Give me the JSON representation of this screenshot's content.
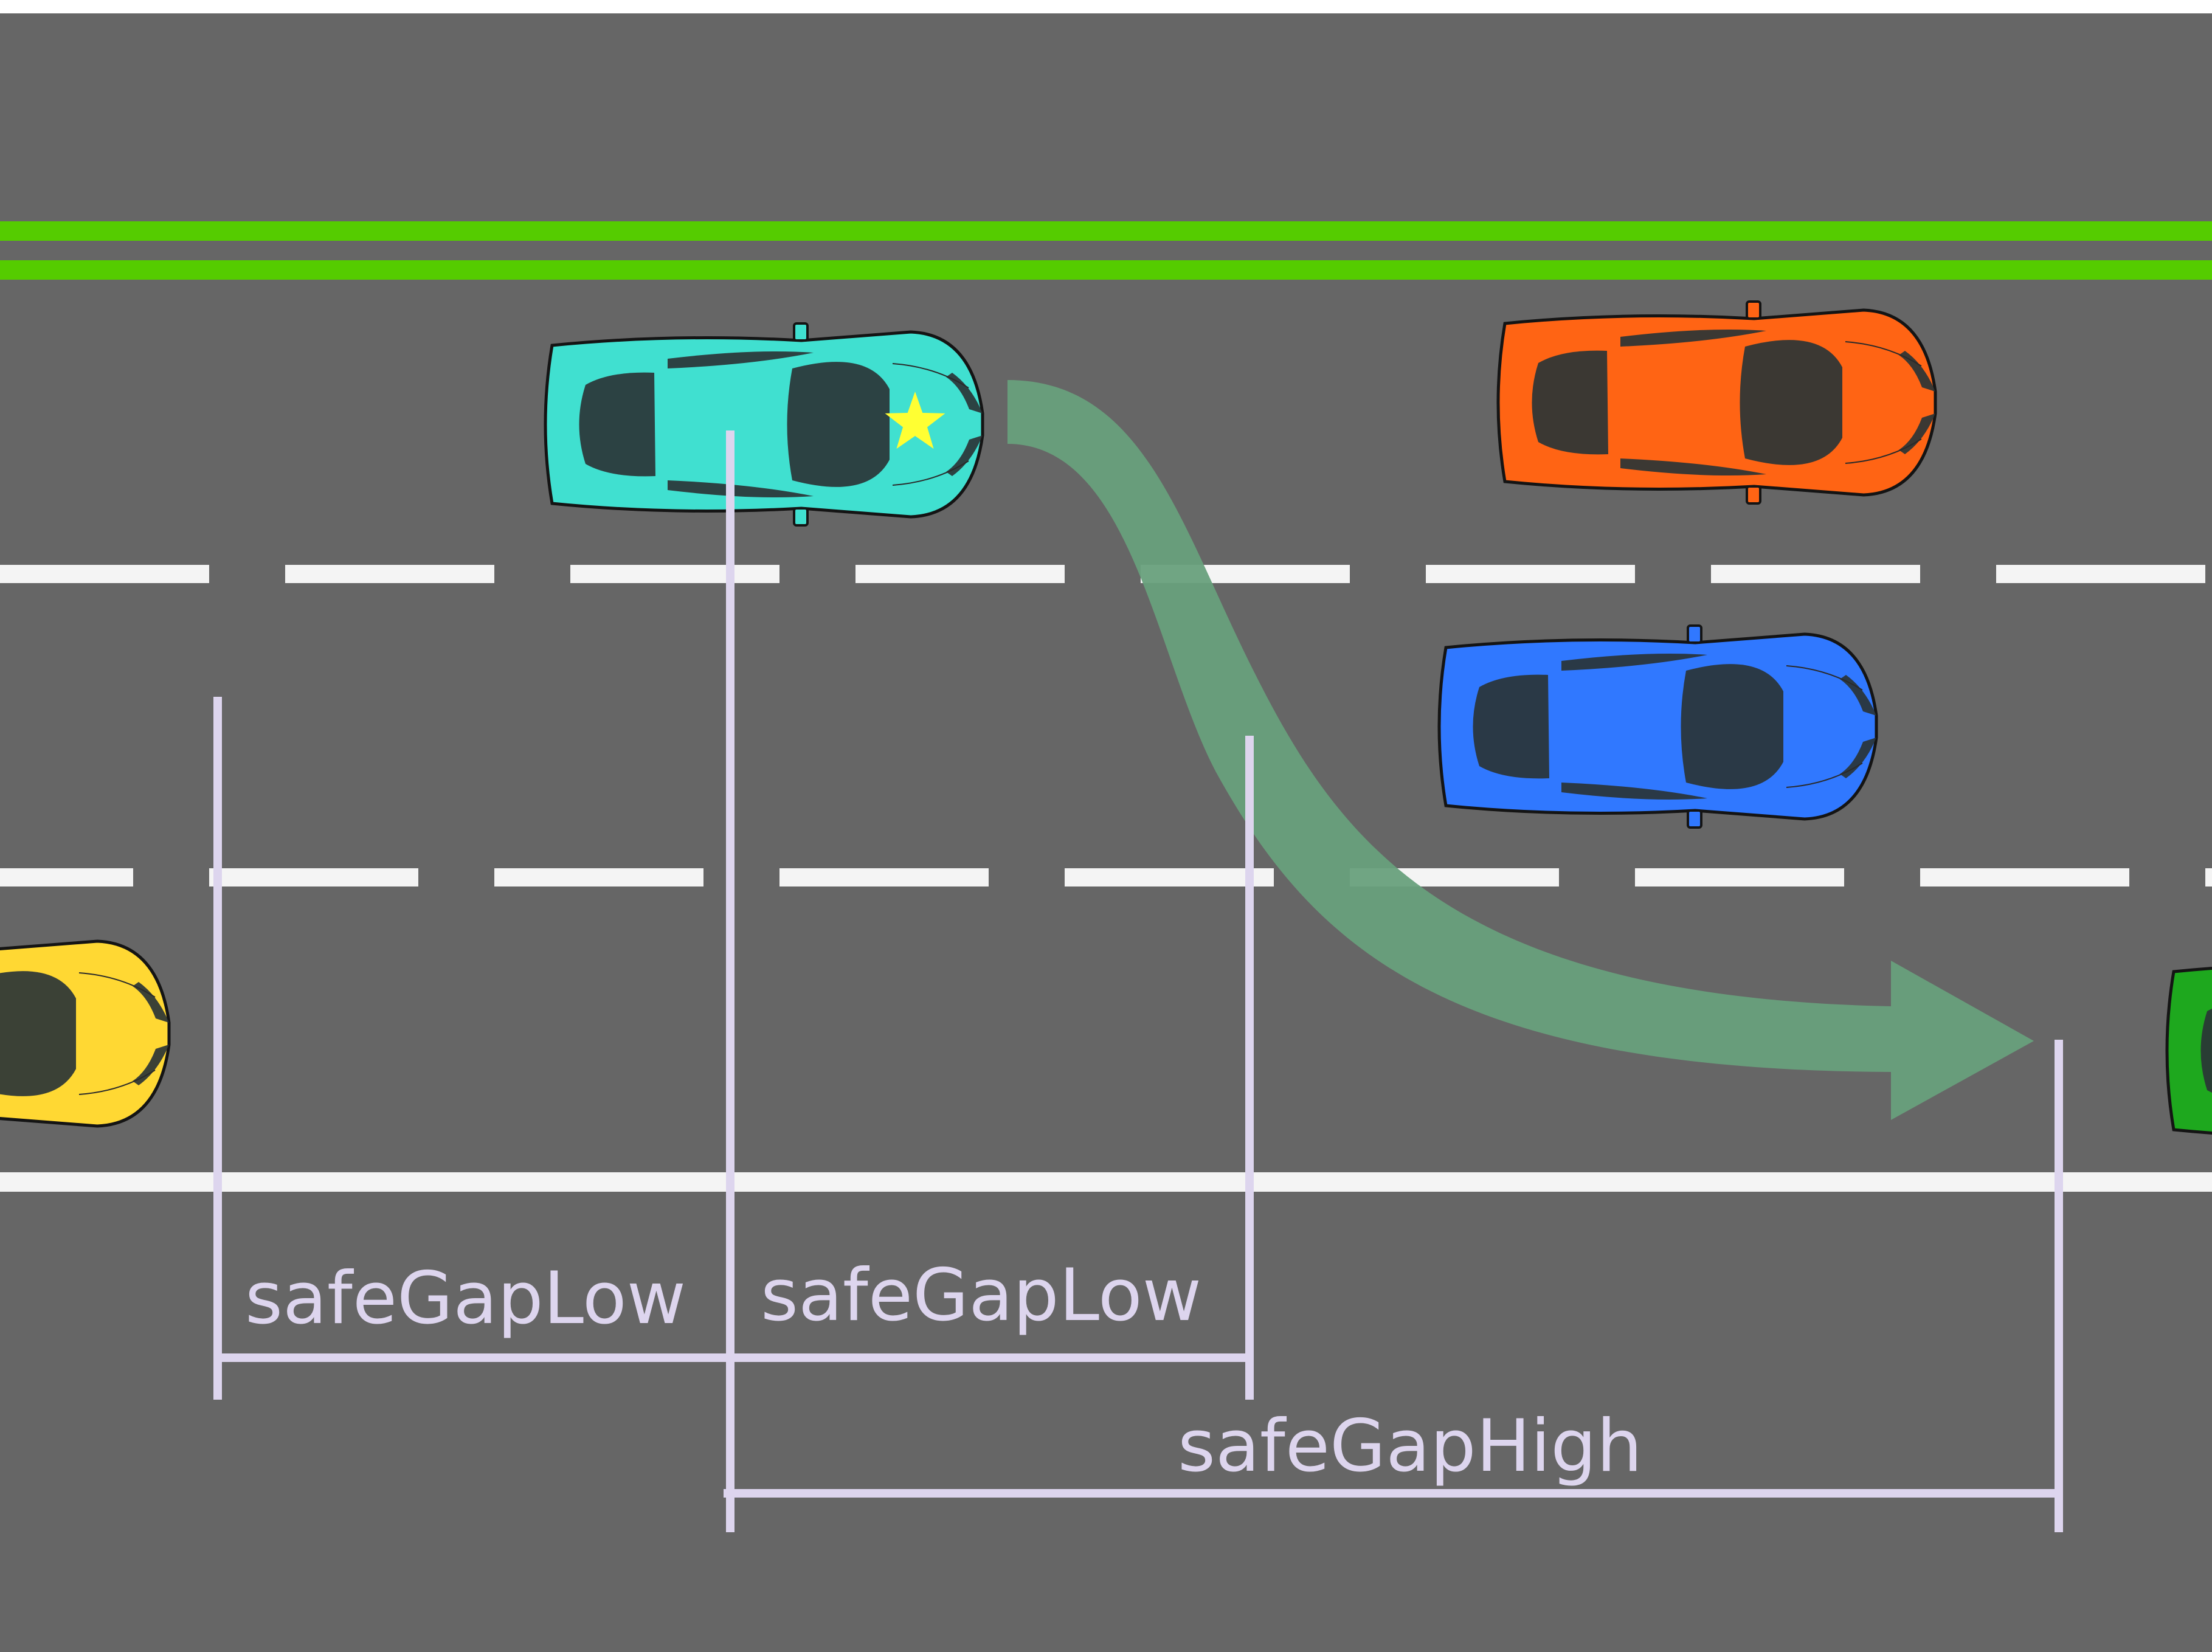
{
  "colors": {
    "road": "#666666",
    "lane_mark": "#f4f4f4",
    "median": "#55cc00",
    "measure": "#ddd5ee",
    "trajectory": "#68a07c",
    "star": "#ffff33",
    "window": "#2a3436",
    "outline": "#141414"
  },
  "cars": [
    {
      "id": "ego",
      "color": "#40e0d0",
      "star": true
    },
    {
      "id": "orange",
      "color": "#ff6414",
      "star": false
    },
    {
      "id": "blue",
      "color": "#3078ff",
      "star": false
    },
    {
      "id": "yellow",
      "color": "#ffd833",
      "star": false
    },
    {
      "id": "green",
      "color": "#1ea81e",
      "star": false
    }
  ],
  "labels": {
    "gap_low_left": "safeGapLow",
    "gap_low_right": "safeGapLow",
    "gap_high": "safeGapHigh"
  }
}
